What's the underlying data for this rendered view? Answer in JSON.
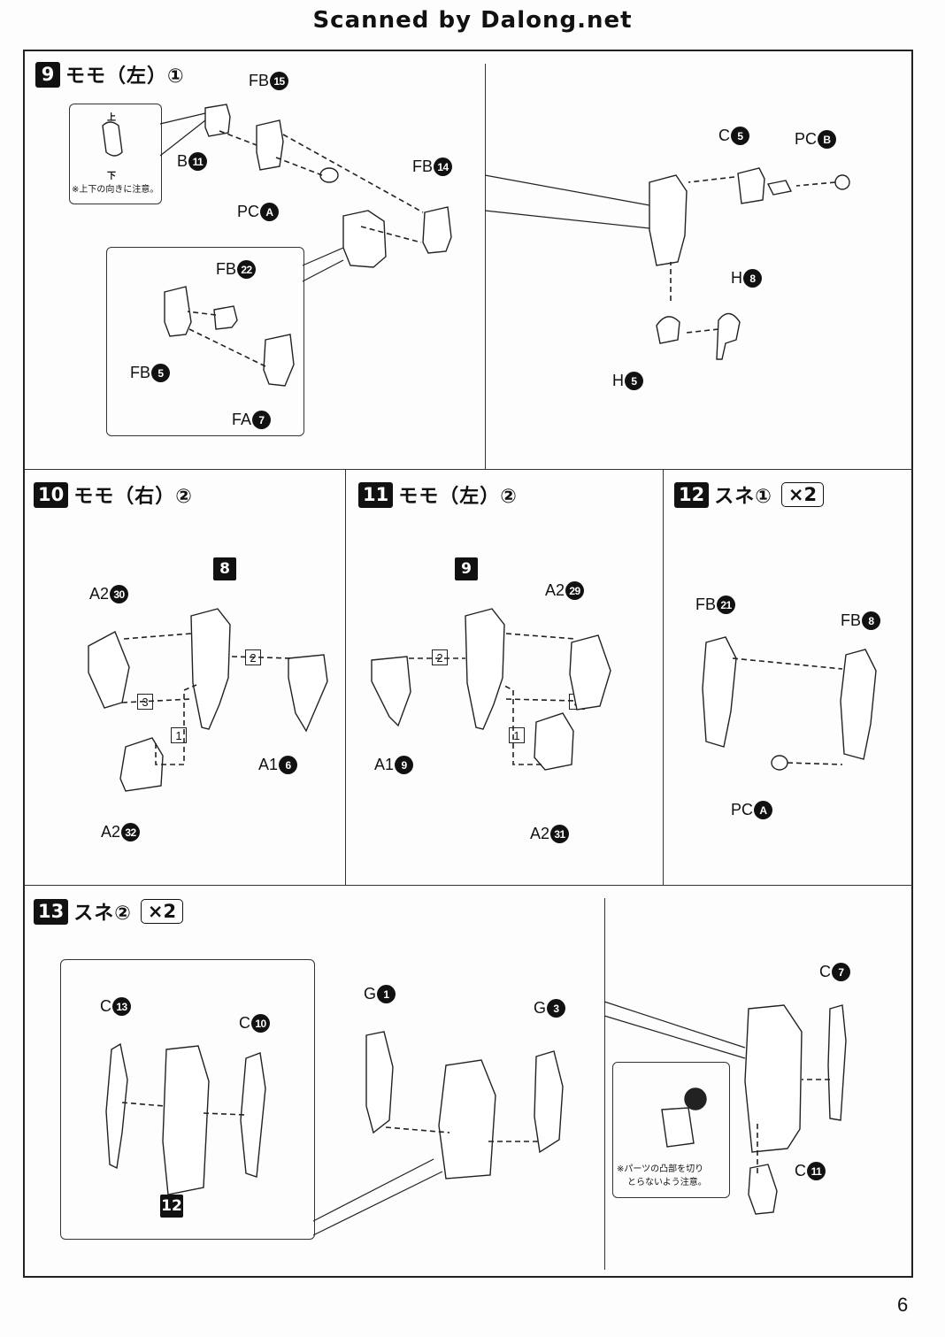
{
  "header": "Scanned by Dalong.net",
  "page_number": "6",
  "steps": {
    "s9": {
      "num": "9",
      "title": "モモ（左）①"
    },
    "s10": {
      "num": "10",
      "title": "モモ（右）②"
    },
    "s11": {
      "num": "11",
      "title": "モモ（左）②"
    },
    "s12": {
      "num": "12",
      "title": "スネ①",
      "mult": "×2"
    },
    "s13": {
      "num": "13",
      "title": "スネ②",
      "mult": "×2"
    }
  },
  "notes": {
    "updown_top": "上",
    "updown_bottom": "下",
    "updown_note": "※上下の向きに注意。",
    "cut_note_line1": "※パーツの凸部を切り",
    "cut_note_line2": "とらないよう注意。"
  },
  "sub_refs": {
    "s10": "8",
    "s11": "9",
    "s13": "12"
  },
  "assembly_order": {
    "one": "1",
    "two": "2",
    "three": "3"
  },
  "parts": {
    "fb15": {
      "runner": "FB",
      "no": "15"
    },
    "b11": {
      "runner": "B",
      "no": "11"
    },
    "fb14": {
      "runner": "FB",
      "no": "14"
    },
    "pca9": {
      "runner": "PC",
      "no": "A"
    },
    "fb22": {
      "runner": "FB",
      "no": "22"
    },
    "fb5": {
      "runner": "FB",
      "no": "5"
    },
    "fa7": {
      "runner": "FA",
      "no": "7"
    },
    "c5": {
      "runner": "C",
      "no": "5"
    },
    "pcb": {
      "runner": "PC",
      "no": "B"
    },
    "h8": {
      "runner": "H",
      "no": "8"
    },
    "h5": {
      "runner": "H",
      "no": "5"
    },
    "a230": {
      "runner": "A2",
      "no": "30"
    },
    "a16": {
      "runner": "A1",
      "no": "6"
    },
    "a232": {
      "runner": "A2",
      "no": "32"
    },
    "a229": {
      "runner": "A2",
      "no": "29"
    },
    "a19": {
      "runner": "A1",
      "no": "9"
    },
    "a231": {
      "runner": "A2",
      "no": "31"
    },
    "fb21": {
      "runner": "FB",
      "no": "21"
    },
    "fb8": {
      "runner": "FB",
      "no": "8"
    },
    "pca12": {
      "runner": "PC",
      "no": "A"
    },
    "c13": {
      "runner": "C",
      "no": "13"
    },
    "c10": {
      "runner": "C",
      "no": "10"
    },
    "g1": {
      "runner": "G",
      "no": "1"
    },
    "g3": {
      "runner": "G",
      "no": "3"
    },
    "c7": {
      "runner": "C",
      "no": "7"
    },
    "c11": {
      "runner": "C",
      "no": "11"
    }
  }
}
